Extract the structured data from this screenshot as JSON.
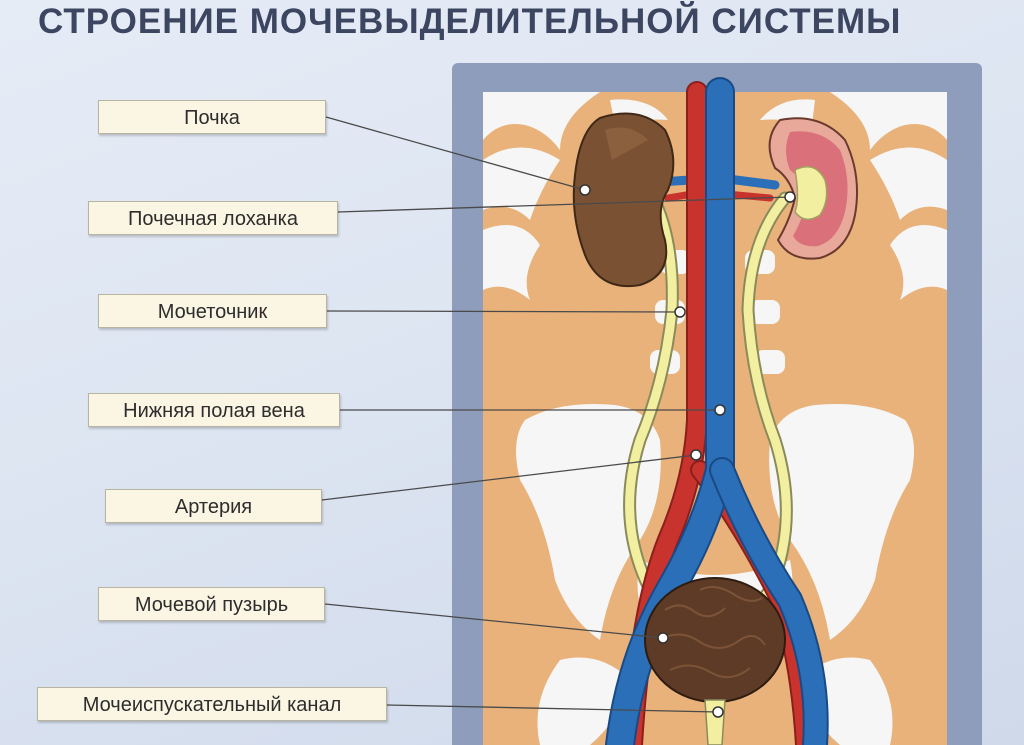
{
  "title": "СТРОЕНИЕ МОЧЕВЫДЕЛИТЕЛЬНОЙ СИСТЕМЫ",
  "labels": {
    "kidney": "Почка",
    "renal_pelvis": "Почечная лоханка",
    "ureter": "Мочеточник",
    "vena_cava": "Нижняя полая вена",
    "artery": "Артерия",
    "bladder": "Мочевой пузырь",
    "urethra": "Мочеиспускательный канал"
  },
  "colors": {
    "frame": "#8e9dbc",
    "skin": "#e9b27a",
    "bone": "#f6f6f6",
    "vein": "#2a6fb8",
    "artery": "#c8332e",
    "ureter": "#f2efa0",
    "kidney_outer": "#7a5233",
    "bladder": "#5e3b26"
  }
}
